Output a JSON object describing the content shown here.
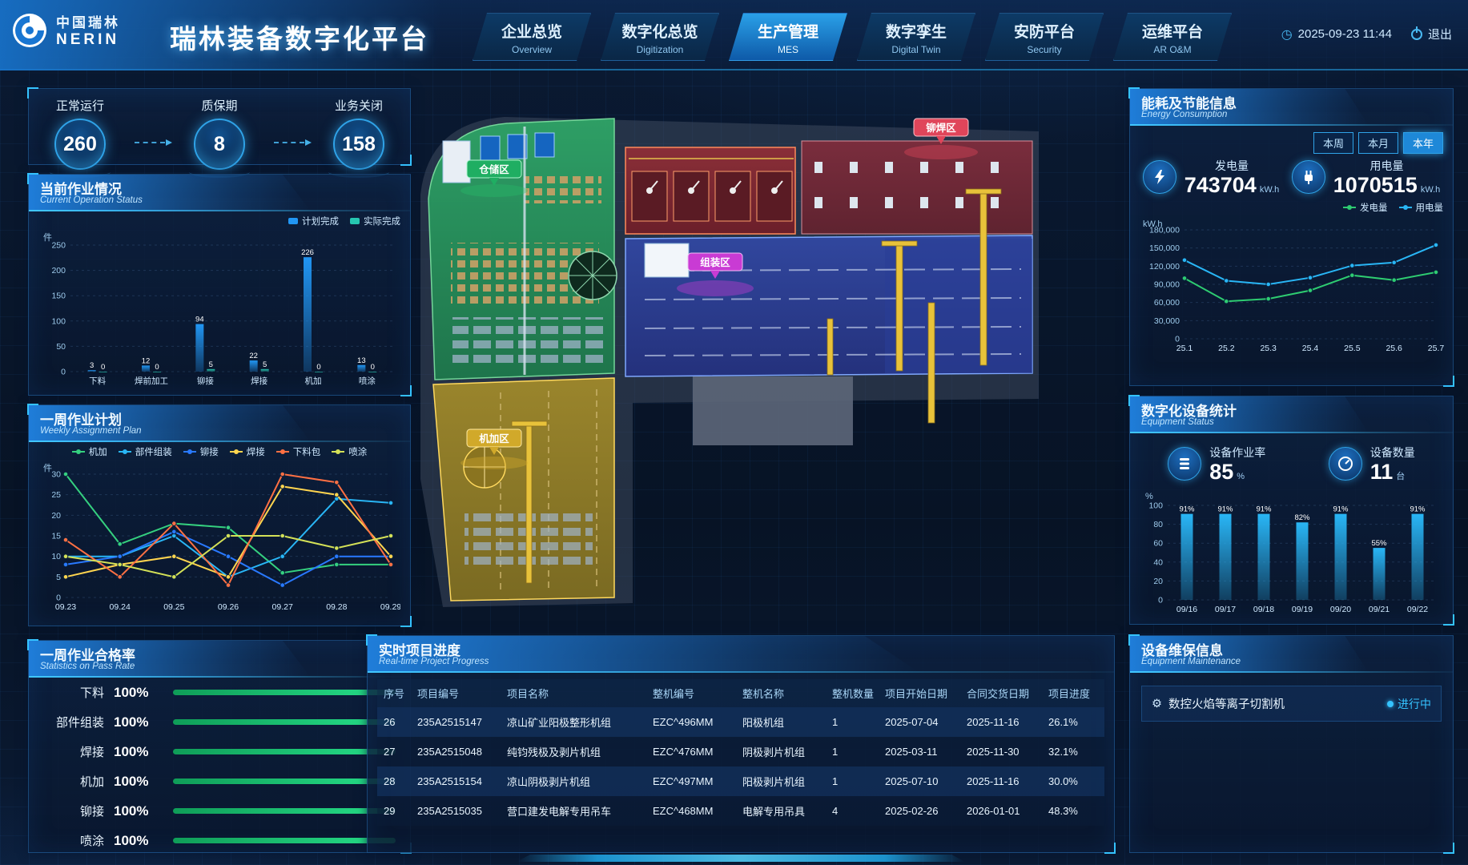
{
  "header": {
    "logo_cn": "中国瑞林",
    "logo_en": "NERIN",
    "title": "瑞林装备数字化平台",
    "nav": [
      {
        "cn": "企业总览",
        "en": "Overview",
        "active": false
      },
      {
        "cn": "数字化总览",
        "en": "Digitization",
        "active": false
      },
      {
        "cn": "生产管理",
        "en": "MES",
        "active": true
      },
      {
        "cn": "数字孪生",
        "en": "Digital Twin",
        "active": false
      },
      {
        "cn": "安防平台",
        "en": "Security",
        "active": false
      },
      {
        "cn": "运维平台",
        "en": "AR O&M",
        "active": false
      }
    ],
    "datetime": "2025-09-23 11:44",
    "logout": "退出"
  },
  "stats": {
    "items": [
      {
        "label": "正常运行",
        "value": "260"
      },
      {
        "label": "质保期",
        "value": "8"
      },
      {
        "label": "业务关闭",
        "value": "158"
      }
    ]
  },
  "panels": {
    "operation": {
      "title_cn": "当前作业情况",
      "title_en": "Current Operation Status"
    },
    "weekly": {
      "title_cn": "一周作业计划",
      "title_en": "Weekly Assignment Plan"
    },
    "pass_rate": {
      "title_cn": "一周作业合格率",
      "title_en": "Statistics on Pass Rate",
      "rows": [
        {
          "label": "下料",
          "value": "100%"
        },
        {
          "label": "部件组装",
          "value": "100%"
        },
        {
          "label": "焊接",
          "value": "100%"
        },
        {
          "label": "机加",
          "value": "100%"
        },
        {
          "label": "铆接",
          "value": "100%"
        },
        {
          "label": "喷涂",
          "value": "100%"
        }
      ]
    },
    "energy": {
      "title_cn": "能耗及节能信息",
      "title_en": "Energy Consumption",
      "tabs": [
        {
          "label": "本周",
          "active": false
        },
        {
          "label": "本月",
          "active": false
        },
        {
          "label": "本年",
          "active": true
        }
      ],
      "metrics": [
        {
          "label": "发电量",
          "value": "743704",
          "unit": "kW.h"
        },
        {
          "label": "用电量",
          "value": "1070515",
          "unit": "kW.h"
        }
      ]
    },
    "equipment": {
      "title_cn": "数字化设备统计",
      "title_en": "Equipment Status",
      "metrics": [
        {
          "label": "设备作业率",
          "value": "85",
          "unit": "%"
        },
        {
          "label": "设备数量",
          "value": "11",
          "unit": "台"
        }
      ]
    },
    "maintenance": {
      "title_cn": "设备维保信息",
      "title_en": "Equipment Maintenance",
      "items": [
        {
          "name": "数控火焰等离子切割机",
          "status": "进行中"
        }
      ]
    },
    "projects": {
      "title_cn": "实时项目进度",
      "title_en": "Real-time Project Progress",
      "columns": [
        "序号",
        "项目编号",
        "项目名称",
        "整机编号",
        "整机名称",
        "整机数量",
        "项目开始日期",
        "合同交货日期",
        "项目进度"
      ],
      "rows": [
        [
          "26",
          "235A2515147",
          "凉山矿业阳极整形机组",
          "EZC^496MM",
          "阳极机组",
          "1",
          "2025-07-04",
          "2025-11-16",
          "26.1%"
        ],
        [
          "27",
          "235A2515048",
          "纯钧残极及剥片机组",
          "EZC^476MM",
          "阴极剥片机组",
          "1",
          "2025-03-11",
          "2025-11-30",
          "32.1%"
        ],
        [
          "28",
          "235A2515154",
          "凉山阴极剥片机组",
          "EZC^497MM",
          "阳极剥片机组",
          "1",
          "2025-07-10",
          "2025-11-16",
          "30.0%"
        ],
        [
          "29",
          "235A2515035",
          "营口建发电解专用吊车",
          "EZC^468MM",
          "电解专用吊具",
          "4",
          "2025-02-26",
          "2026-01-01",
          "48.3%"
        ]
      ]
    }
  },
  "map": {
    "zones": [
      {
        "id": "storage",
        "label": "仓储区",
        "color": "#1fae62"
      },
      {
        "id": "rivet-weld",
        "label": "铆焊区",
        "color": "#e0455a"
      },
      {
        "id": "assembly",
        "label": "组装区",
        "color": "#c93bd4"
      },
      {
        "id": "machining",
        "label": "机加区",
        "color": "#d1a92a"
      }
    ]
  },
  "chart_data": [
    {
      "id": "operation_status",
      "type": "bar",
      "title": "当前作业情况",
      "categories": [
        "下料",
        "焊前加工",
        "铆接",
        "焊接",
        "机加",
        "喷涂"
      ],
      "series": [
        {
          "name": "计划完成",
          "color": "#2196f3",
          "values": [
            3,
            12,
            94,
            22,
            226,
            13
          ]
        },
        {
          "name": "实际完成",
          "color": "#26c6b0",
          "values": [
            0,
            0,
            5,
            5,
            0,
            0
          ]
        }
      ],
      "ylabel": "件",
      "ylim": [
        0,
        250
      ],
      "ytick": 50,
      "grid": true,
      "legend_position": "top-right"
    },
    {
      "id": "weekly_plan",
      "type": "line",
      "title": "一周作业计划",
      "x": [
        "09.23",
        "09.24",
        "09.25",
        "09.26",
        "09.27",
        "09.28",
        "09.29"
      ],
      "series": [
        {
          "name": "机加",
          "color": "#35d07f",
          "values": [
            30,
            13,
            18,
            17,
            6,
            8,
            8
          ]
        },
        {
          "name": "部件组装",
          "color": "#29b6f6",
          "values": [
            10,
            10,
            15,
            5,
            10,
            24,
            23
          ]
        },
        {
          "name": "铆接",
          "color": "#2979ff",
          "values": [
            8,
            10,
            16,
            10,
            3,
            10,
            10
          ]
        },
        {
          "name": "焊接",
          "color": "#ffd54f",
          "values": [
            5,
            8,
            10,
            5,
            27,
            25,
            10
          ]
        },
        {
          "name": "下料包",
          "color": "#ff7043",
          "values": [
            14,
            5,
            18,
            3,
            30,
            28,
            8
          ]
        },
        {
          "name": "喷涂",
          "color": "#d4e157",
          "values": [
            10,
            8,
            5,
            15,
            15,
            12,
            15
          ]
        }
      ],
      "ylabel": "件",
      "ylim": [
        0,
        30
      ],
      "ytick": 5,
      "grid": true,
      "legend_position": "top"
    },
    {
      "id": "energy_trend",
      "type": "line",
      "title": "能耗趋势",
      "x": [
        "25.1",
        "25.2",
        "25.3",
        "25.4",
        "25.5",
        "25.6",
        "25.7"
      ],
      "series": [
        {
          "name": "发电量",
          "color": "#2ecc71",
          "values": [
            100000,
            62000,
            66000,
            80000,
            105000,
            97000,
            110000
          ]
        },
        {
          "name": "用电量",
          "color": "#29b6f6",
          "values": [
            130000,
            96000,
            90000,
            101000,
            121000,
            126000,
            155000
          ]
        }
      ],
      "ylabel": "kW.h",
      "ylim": [
        0,
        180000
      ],
      "ytick": 30000,
      "grid": true,
      "legend_position": "top"
    },
    {
      "id": "equipment_rate",
      "type": "bar",
      "title": "设备作业率",
      "categories": [
        "09/16",
        "09/17",
        "09/18",
        "09/19",
        "09/20",
        "09/21",
        "09/22"
      ],
      "series": [
        {
          "name": "作业率",
          "color": "#29b6f6",
          "values": [
            91,
            91,
            91,
            82,
            91,
            55,
            91
          ]
        }
      ],
      "ylabel": "%",
      "ylim": [
        0,
        100
      ],
      "ytick": 20,
      "grid": true,
      "label_suffix": "%"
    }
  ]
}
